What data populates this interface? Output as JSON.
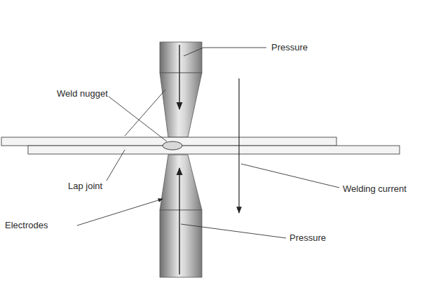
{
  "diagram": {
    "labels": [
      "Pressure",
      "Weld nugget",
      "Lap joint",
      "Welding current",
      "Electrodes",
      "Pressure"
    ]
  }
}
